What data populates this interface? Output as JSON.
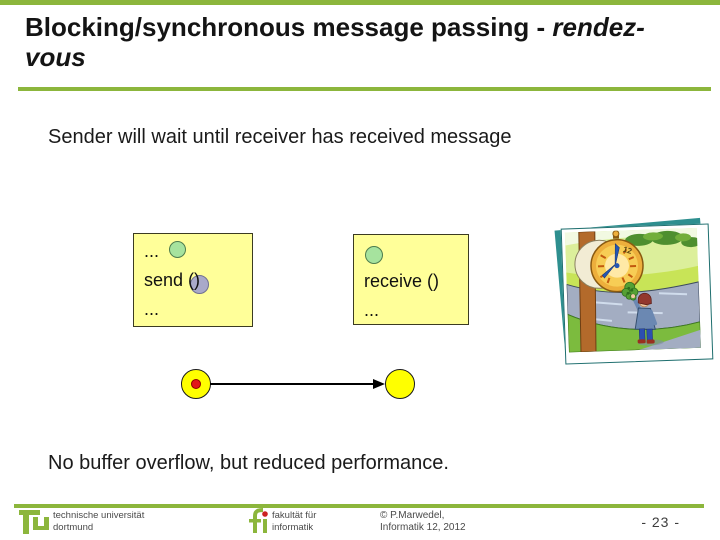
{
  "slide": {
    "title_regular": "Blocking/synchronous message passing - ",
    "title_italic_line1": "rendez-",
    "title_italic_line2": "vous",
    "body_text": "Sender will wait until receiver has received message",
    "conclusion_text": "No buffer overflow, but reduced performance."
  },
  "diagram": {
    "sender_box": {
      "line1": "...",
      "line2": "send ()",
      "line3": "..."
    },
    "receiver_box": {
      "line1": "...",
      "line2": "receive ()",
      "line3": "..."
    }
  },
  "clipart": {
    "clock_numeral": "12"
  },
  "footer": {
    "university_name_line1": "technische universität",
    "university_name_line2": "dortmund",
    "faculty_line1": "fakultät für",
    "faculty_line2": "informatik",
    "credit_line1": "© P.Marwedel,",
    "credit_line2": "Informatik 12,  2012",
    "page_number": "- 23 -"
  },
  "colors": {
    "accent_green": "#8CB63C",
    "box_fill": "#FFFF99",
    "box_border": "#3B3B22",
    "circle_green": "#A6E39E",
    "circle_green_border": "#4E7D4E",
    "circle_gray": "#A9A9C9",
    "circle_gray_border": "#707090",
    "node_yellow": "#FFFF00",
    "node_border": "#1A1A1A",
    "dot_red": "#E21818",
    "frame_teal": "#2E8F8F",
    "footer_text": "#4A4A4A",
    "logo_red": "#CC2222"
  }
}
